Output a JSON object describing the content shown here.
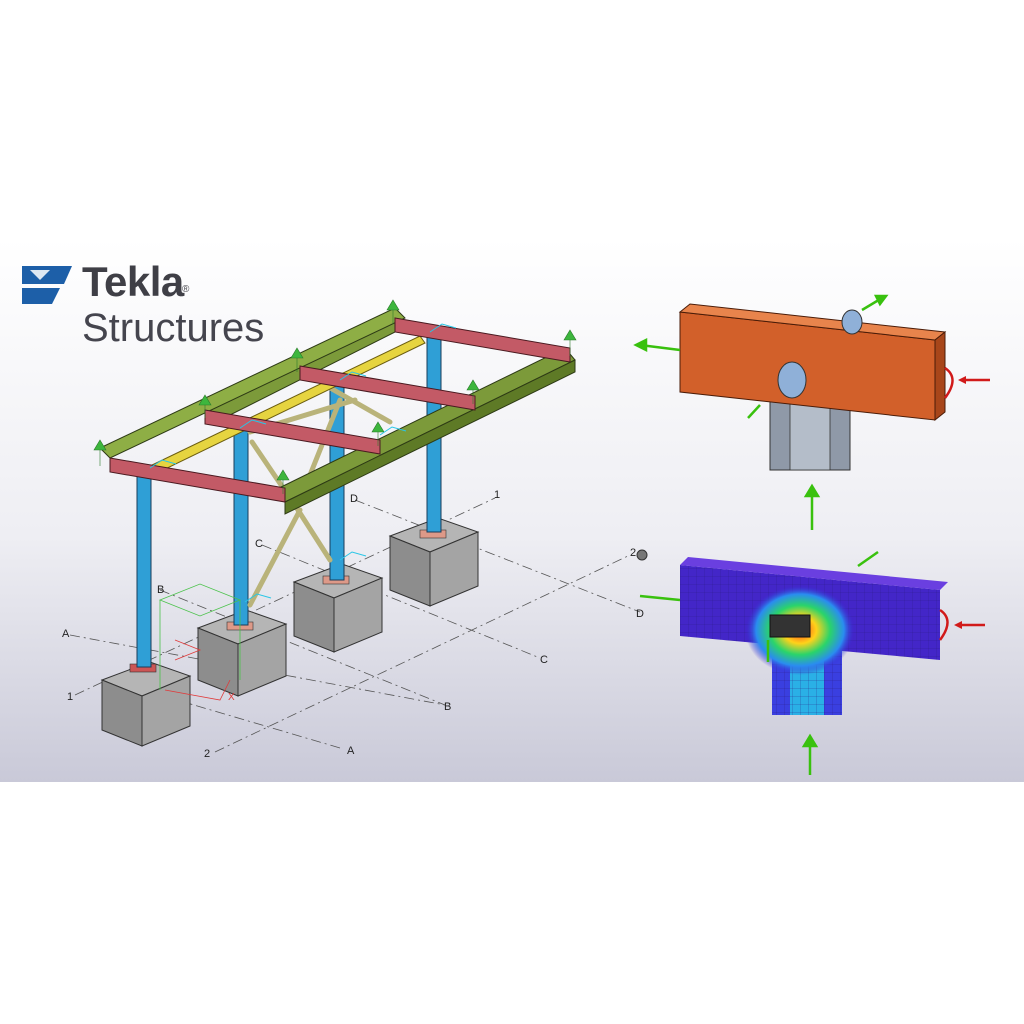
{
  "brand": {
    "name": "Tekla",
    "registered": "®",
    "product": "Structures",
    "colors": {
      "logo_blue": "#1d5fa8",
      "text": "#3f3f46"
    }
  },
  "model_view": {
    "grid_labels": [
      "A",
      "B",
      "C",
      "D",
      "1",
      "2",
      "A",
      "B",
      "C",
      "D",
      "1",
      "2"
    ],
    "axis_marker": "X",
    "colors": {
      "column": "#2f9fd6",
      "long_beam": "#7c9a3a",
      "cross_beam": "#c35a66",
      "footing": "#9a9a9a",
      "bracing": "#b9b37a"
    }
  },
  "connection_views": [
    {
      "name": "beam-column-connection",
      "style": "solid",
      "colors": {
        "beam": "#d2602a",
        "column": "#8f99a8"
      }
    },
    {
      "name": "stress-analysis",
      "style": "heatmap",
      "colors": {
        "low": "#3a1fd0",
        "high": "#ff3b1a"
      }
    }
  ]
}
